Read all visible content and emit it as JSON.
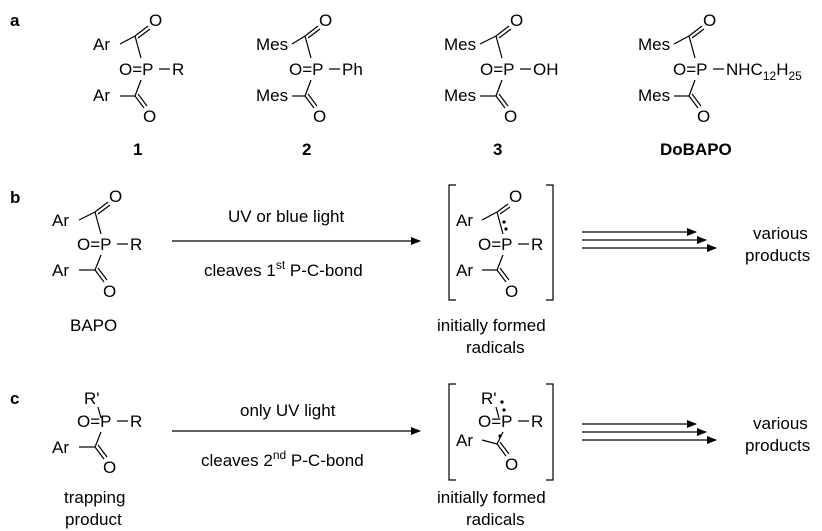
{
  "panels": {
    "a": "a",
    "b": "b",
    "c": "c"
  },
  "atoms": {
    "Ar": "Ar",
    "Mes": "Mes",
    "O": "O",
    "O_eq_P": "O=P",
    "R": "R",
    "Ph": "Ph",
    "OH": "OH",
    "NHC": "NHC",
    "sub12": "12",
    "H": "H",
    "sub25": "25",
    "R_prime": "R'"
  },
  "compounds": {
    "c1": "1",
    "c2": "2",
    "c3": "3",
    "dobapo": "DoBAPO"
  },
  "panel_b": {
    "starting": "BAPO",
    "arrow_top": "UV or blue light",
    "arrow_bottom_pre": "cleaves 1",
    "arrow_bottom_sup": "st",
    "arrow_bottom_post": " P-C-bond",
    "intermediate_line1": "initially formed",
    "intermediate_line2": "radicals",
    "products_line1": "various",
    "products_line2": "products"
  },
  "panel_c": {
    "starting_line1": "trapping",
    "starting_line2": "product",
    "arrow_top": "only UV light",
    "arrow_bottom_pre": "cleaves 2",
    "arrow_bottom_sup": "nd",
    "arrow_bottom_post": " P-C-bond",
    "intermediate_line1": "initially formed",
    "intermediate_line2": "radicals",
    "products_line1": "various",
    "products_line2": "products"
  }
}
